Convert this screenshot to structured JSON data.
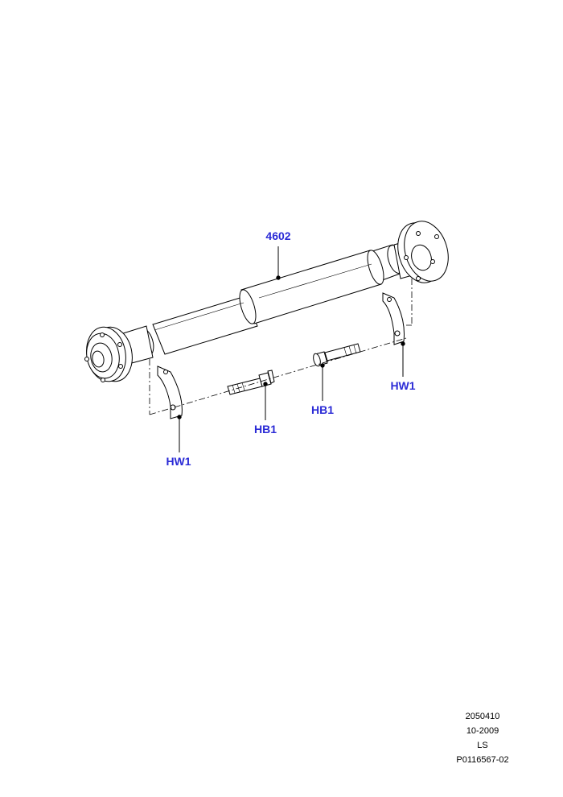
{
  "callouts": {
    "shaft": "4602",
    "bolt_left": "HB1",
    "bolt_right": "HB1",
    "washer_left": "HW1",
    "washer_right": "HW1"
  },
  "info": {
    "line1": "2050410",
    "line2": "10-2009",
    "line3": "LS",
    "line4": "P0116567-02"
  },
  "colors": {
    "callout": "#2b2bd6",
    "line": "#000000"
  }
}
